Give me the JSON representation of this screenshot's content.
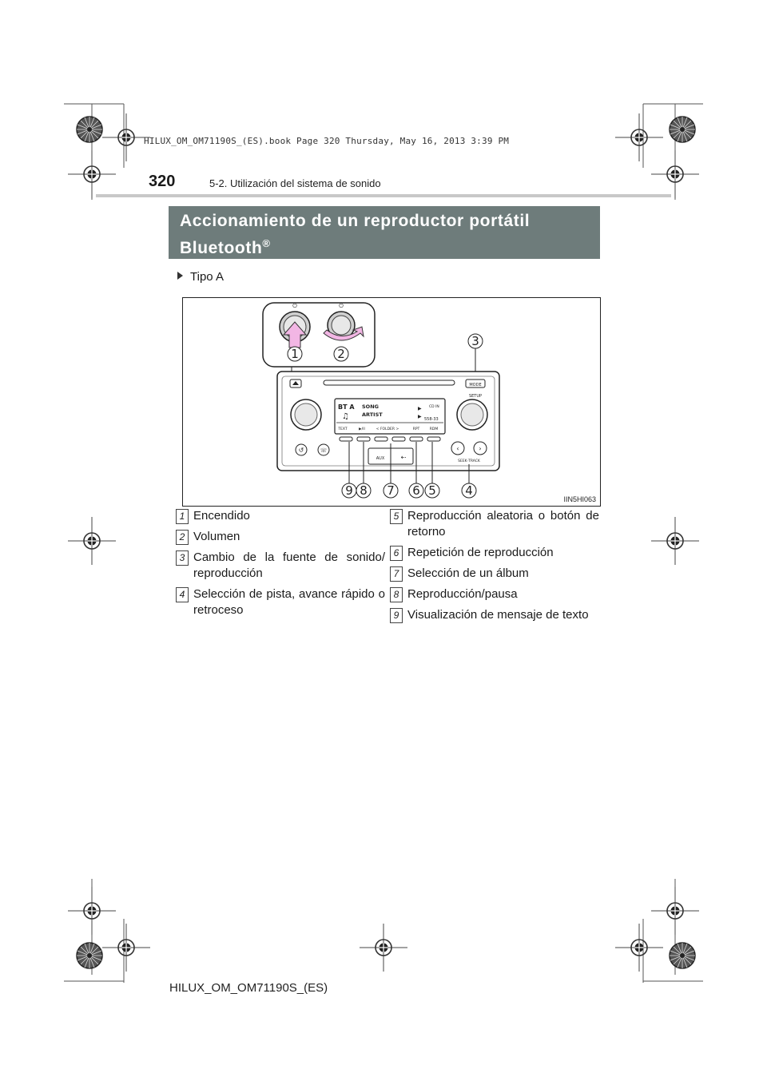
{
  "header": {
    "page_number": "320",
    "section": "5-2. Utilización del sistema de sonido",
    "file_stamp": "HILUX_OM_OM71190S_(ES).book  Page 320  Thursday, May 16, 2013  3:39 PM"
  },
  "title": {
    "text": "Accionamiento de un reproductor portátil Bluetooth",
    "registered_mark": "®"
  },
  "type_label": "Tipo A",
  "figure": {
    "code": "IIN5HI063",
    "callouts": [
      "1",
      "2",
      "3",
      "4",
      "5",
      "6",
      "7",
      "8",
      "9"
    ],
    "display": {
      "source": "BT A",
      "song": "SONG",
      "artist": "ARTIST",
      "right_top": "CD IN",
      "right_bottom": "558-33",
      "softkeys": [
        "TEXT",
        "▶/II",
        "< FOLDER >",
        "RPT",
        "RDM"
      ]
    },
    "button_labels": {
      "mode": "MODE",
      "setup": "SETUP",
      "aux": "AUX",
      "seek_track": "SEEK·TRACK"
    }
  },
  "legend": {
    "left": [
      {
        "num": "1",
        "text": "Encendido"
      },
      {
        "num": "2",
        "text": "Volumen"
      },
      {
        "num": "3",
        "text": "Cambio de la fuente de sonido/ reproducción"
      },
      {
        "num": "4",
        "text": "Selección de pista, avance rápido o retroceso"
      }
    ],
    "right": [
      {
        "num": "5",
        "text": "Reproducción aleatoria o botón de retorno"
      },
      {
        "num": "6",
        "text": "Repetición de reproducción"
      },
      {
        "num": "7",
        "text": "Selección de un álbum"
      },
      {
        "num": "8",
        "text": "Reproducción/pausa"
      },
      {
        "num": "9",
        "text": "Visualización de mensaje de texto"
      }
    ]
  },
  "footer": {
    "doc_code": "HILUX_OM_OM71190S_(ES)"
  },
  "colors": {
    "banner": "#6e7c7b",
    "highlight_arrow": "#f2b6e4",
    "rule": "#c8c8c8"
  }
}
